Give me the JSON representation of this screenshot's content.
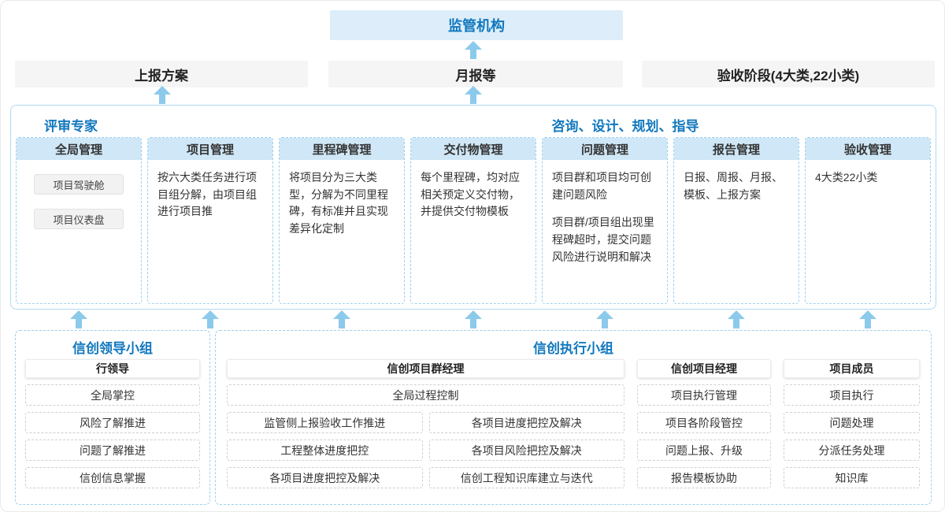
{
  "palette": {
    "accent_blue": "#1278be",
    "regulator_fill": "#ddeefa",
    "column_header_fill": "#cfe7f6",
    "arrow_blue": "#8ccaeb",
    "output_fill": "#f5f5f6"
  },
  "top": {
    "regulator": "监管机构",
    "outputs": [
      "上报方案",
      "月报等",
      "验收阶段(4大类,22小类)"
    ]
  },
  "middle": {
    "left_label": "评审专家",
    "right_label": "咨询、设计、规划、指导",
    "columns": [
      {
        "title": "全局管理",
        "chips": [
          "项目驾驶舱",
          "项目仪表盘"
        ]
      },
      {
        "title": "项目管理",
        "p1": "按六大类任务进行项目组分解，由项目组进行项目推"
      },
      {
        "title": "里程碑管理",
        "p1": "将项目分为三大类型，分解为不同里程碑，有标准并且实现差异化定制"
      },
      {
        "title": "交付物管理",
        "p1": "每个里程碑，均对应相关预定义交付物，并提供交付物模板"
      },
      {
        "title": "问题管理",
        "p1": "项目群和项目均可创建问题风险",
        "p2": "项目群/项目组出现里程碑超时，提交问题风险进行说明和解决"
      },
      {
        "title": "报告管理",
        "p1": "日报、周报、月报、模板、上报方案"
      },
      {
        "title": "验收管理",
        "p1": "4大类22小类"
      }
    ]
  },
  "bottom": {
    "leader_group": {
      "title": "信创领导小组",
      "role": "行领导",
      "items": [
        "全局掌控",
        "风险了解推进",
        "问题了解推进",
        "信创信息掌握"
      ]
    },
    "exec_group": {
      "title": "信创执行小组",
      "pgm": {
        "role": "信创项目群经理",
        "full_item": "全局过程控制",
        "col1": [
          "监管侧上报验收工作推进",
          "工程整体进度把控",
          "各项目进度把控及解决"
        ],
        "col2": [
          "各项目进度把控及解决",
          "各项目风险把控及解决",
          "信创工程知识库建立与迭代"
        ]
      },
      "pm": {
        "role": "信创项目经理",
        "items": [
          "项目执行管理",
          "项目各阶段管控",
          "问题上报、升级",
          "报告模板协助"
        ]
      },
      "member": {
        "role": "项目成员",
        "items": [
          "项目执行",
          "问题处理",
          "分派任务处理",
          "知识库"
        ]
      }
    }
  }
}
